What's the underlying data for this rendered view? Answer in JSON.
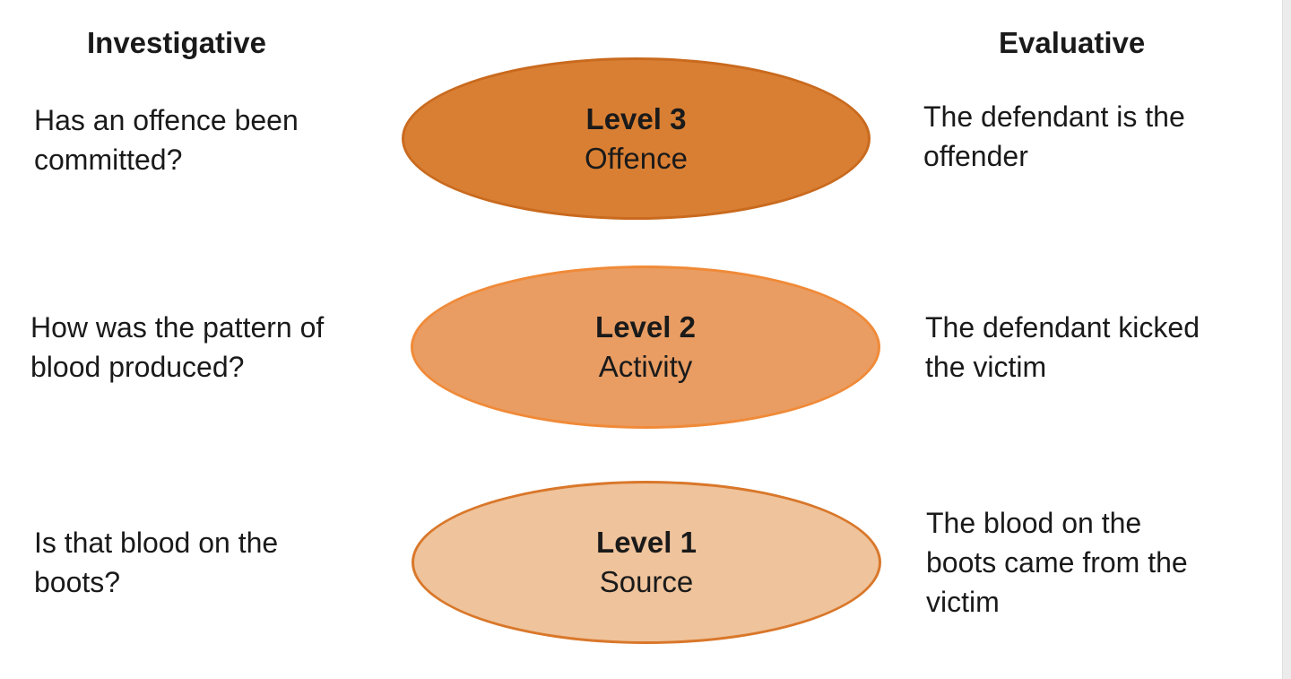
{
  "headings": {
    "investigative": "Investigative",
    "evaluative": "Evaluative"
  },
  "levels": [
    {
      "title": "Level 3",
      "subtitle": "Offence",
      "investigative": "Has an offence been\ncommitted?",
      "evaluative": "The defendant is the\noffender",
      "fill": "#d97f33",
      "border": "#c96a1e"
    },
    {
      "title": "Level 2",
      "subtitle": "Activity",
      "investigative": "How was the pattern of\nblood produced?",
      "evaluative": "The defendant kicked\nthe victim",
      "fill": "#e99d63",
      "border": "#f08a38"
    },
    {
      "title": "Level 1",
      "subtitle": "Source",
      "investigative": "Is that blood on the\nboots?",
      "evaluative": "The blood on the\nboots came from the\nvictim",
      "fill": "#efc39b",
      "border": "#d9772a"
    }
  ]
}
